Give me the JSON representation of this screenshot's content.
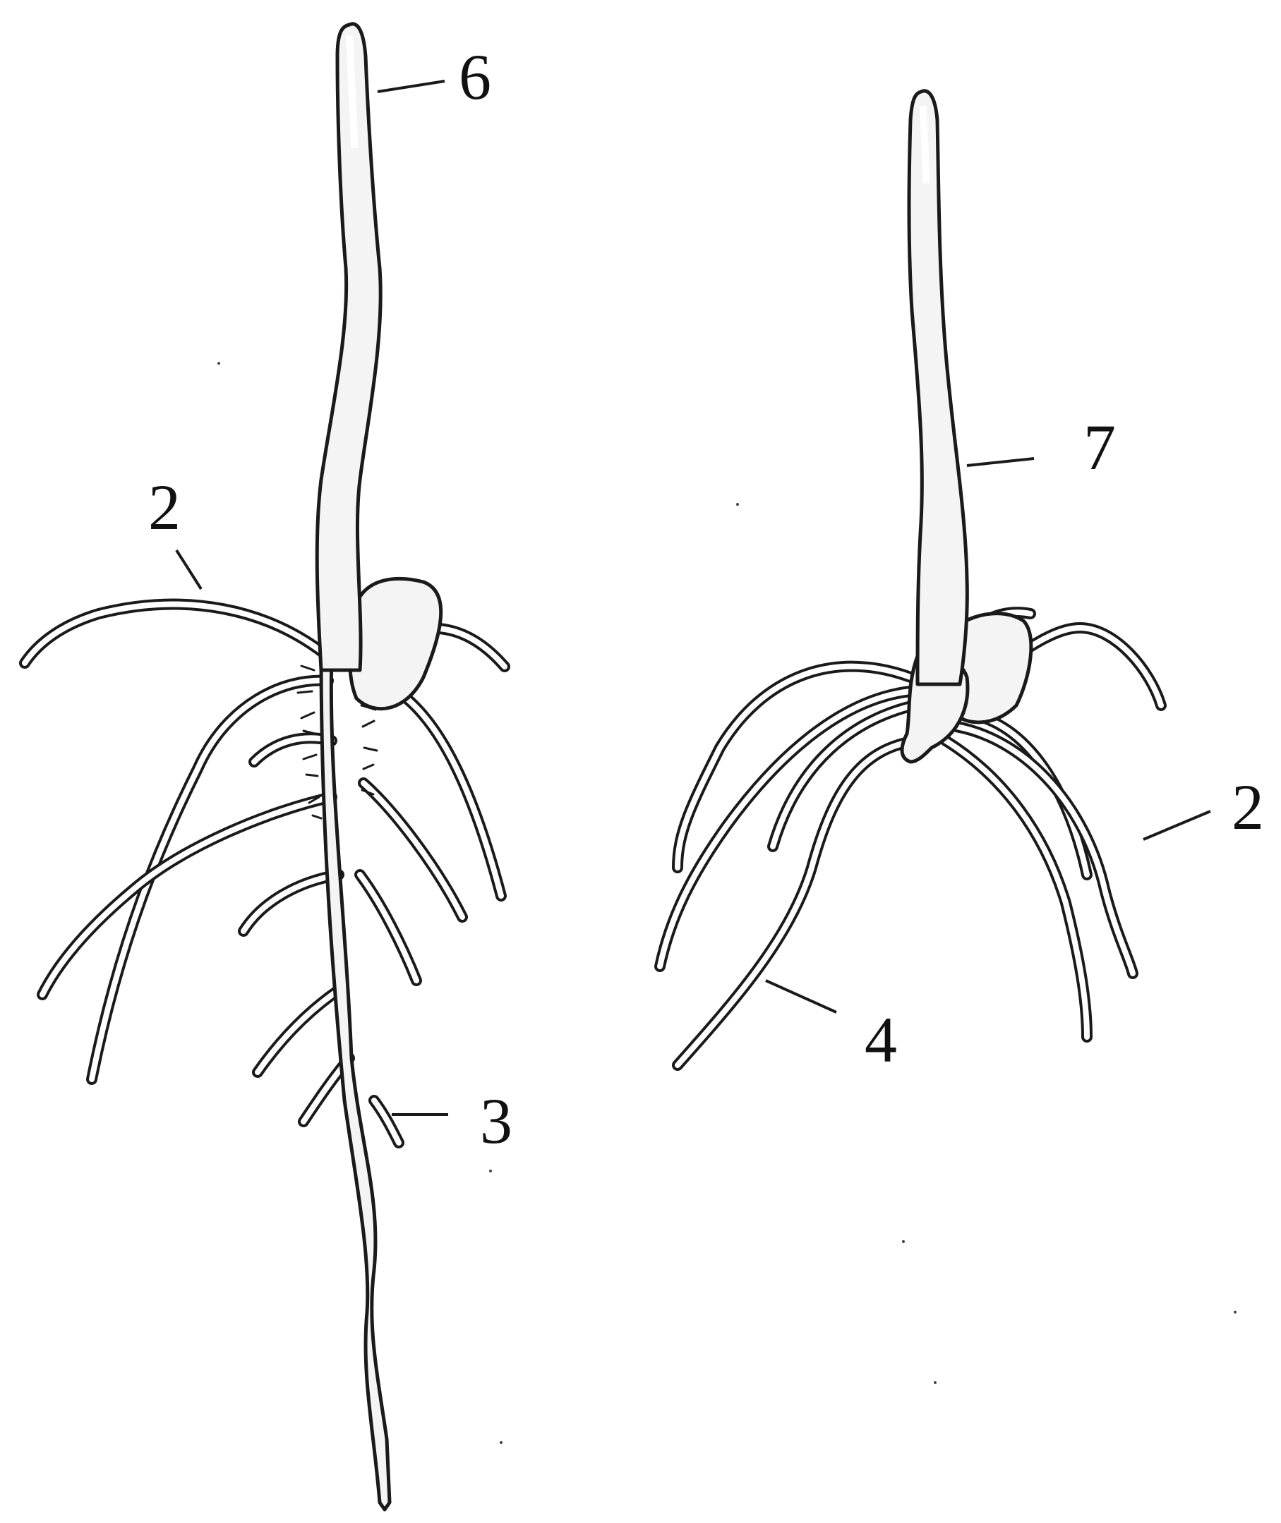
{
  "figure": {
    "left_seedling": {
      "labels": {
        "coleoptile": "6",
        "seminal_root": "2",
        "primary_root": "3"
      }
    },
    "right_seedling": {
      "labels": {
        "stem": "7",
        "seminal_root": "2",
        "adventitious_root": "4"
      }
    },
    "colors": {
      "ink": "#1a1a1a",
      "stipple": "#8a8a8a",
      "background": "#ffffff"
    }
  }
}
